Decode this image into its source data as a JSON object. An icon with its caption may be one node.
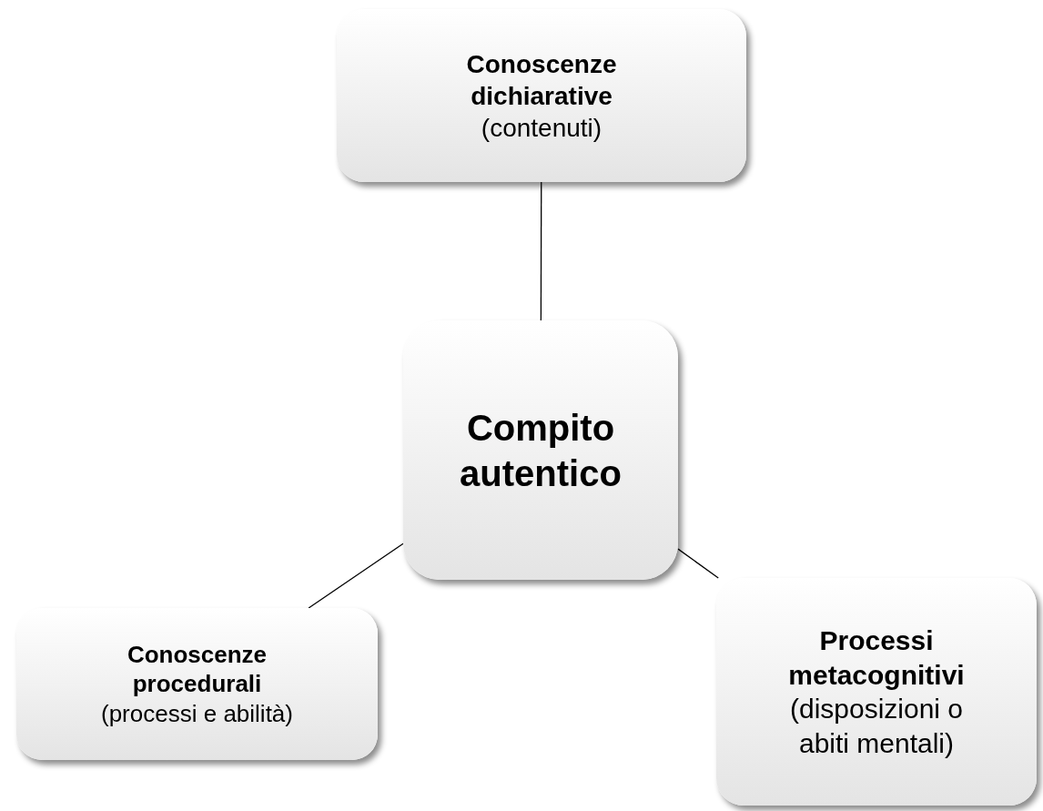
{
  "diagram": {
    "nodes": [
      {
        "text": [
          "Conoscenze dichiarative",
          "(contenuti)"
        ]
      },
      {
        "text": [
          "Compito autentico"
        ]
      },
      {
        "text": [
          "Conoscenze procedurali",
          "(processi e abilità)"
        ]
      },
      {
        "text": [
          "Processi metacognitivi",
          "(disposizioni o abiti mentali)"
        ]
      }
    ],
    "edges": [
      {
        "from": 0,
        "to": 1,
        "arrow": "none"
      },
      {
        "from": 1,
        "to": 2,
        "arrow": "none"
      },
      {
        "from": 1,
        "to": 3,
        "arrow": "none"
      }
    ]
  }
}
